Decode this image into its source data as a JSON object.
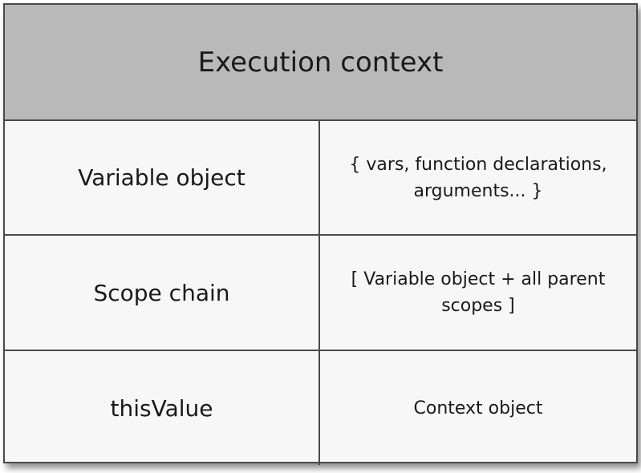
{
  "header": {
    "title": "Execution context"
  },
  "rows": [
    {
      "label": "Variable object",
      "value_line1": "{ vars, function declarations,",
      "value_line2": "arguments... }"
    },
    {
      "label": "Scope chain",
      "value_line1": "[ Variable object + all parent",
      "value_line2": "scopes ]"
    },
    {
      "label": "thisValue",
      "value_line1": "Context object"
    }
  ]
}
